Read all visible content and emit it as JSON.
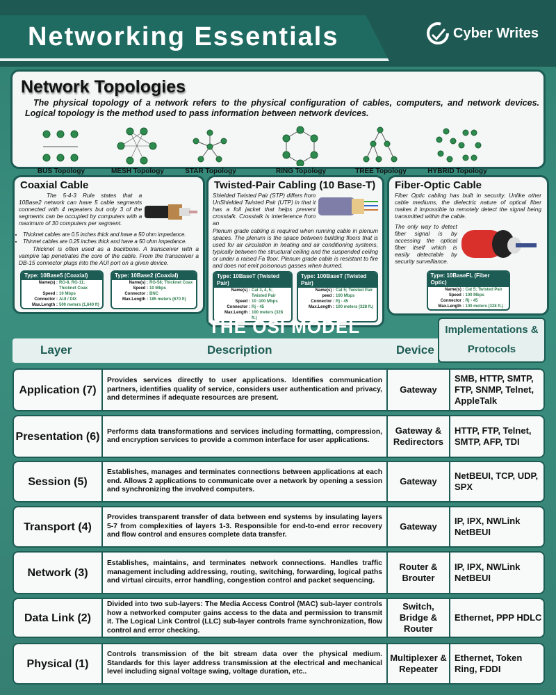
{
  "header": {
    "title": "Networking  Essentials",
    "logo_text": "Cyber Writes"
  },
  "topologies": {
    "title": "Network Topologies",
    "text": "The physical topology of a network refers to the physical configuration of cables, computers, and network devices. Logical topology is the method used to pass information between network devices.",
    "items": [
      "BUS Topology",
      "MESH Topology",
      "STAR Topology",
      "RING Topology",
      "TREE Topology",
      "HYBRID Topology"
    ]
  },
  "coax": {
    "title": "Coaxial Cable",
    "text1": "The 5-4-3 Rule states that a 10Base2 network can have 5 cable segments connected with 4 repeaters but only 3 of the segments can be occupied by computers with a maximum of 30 computers per segment.",
    "bullets": [
      "Thicknet cables are 0.5 inches thick and have a 50 ohm impedance.",
      "Thinnet cables are 0.25 inches thick and have a 50 ohm impedance."
    ],
    "text2": "Thicknet is often used as a backbone. A transceiver with a vampire tap penetrates the core of the cable. From the transceiver a DB-15 connector plugs into the AUI port on a given device."
  },
  "twisted": {
    "title": "Twisted-Pair Cabling (10 Base-T)",
    "text1": "Shielded Twisted Pair (STP) differs from UnShielded Twisted Pair (UTP) in that it has a foil jacket that helps prevent crosstalk. Crosstalk is interference from an",
    "text2": "Plenum grade cabling is required when running cable in plenum spaces. The plenum is the space between building floors that is used for air circulation in heating and air conditioning systems, typically between the structural ceiling and the suspended ceiling or under a raised Fa floor. Plenum grade cable is resistant to fire and does not emit poisonous gasses when burned."
  },
  "fiber": {
    "title": "Fiber-Optic Cable",
    "text1": "Fiber Optic cabling has built in security. Unlike other cable mediums, the dielectric nature of optical fiber makes it impossible to remotely detect the signal being transmitted within the cable.",
    "text2": "The only way to detect fiber signal is by accessing the optical fiber itself which is easily detectable by security surveillance."
  },
  "specs": [
    {
      "type": "Type: 10Base5 (Coaxial)",
      "rows": [
        [
          "Name(s) :",
          "RG-8, RG-11; Thicknet Coax"
        ],
        [
          "Speed :",
          "10 Mbps"
        ],
        [
          "Connector :",
          "AUI / DIX"
        ],
        [
          "Max.Length :",
          "500 meters (1,640 ft)"
        ]
      ]
    },
    {
      "type": "Type: 10Base2 (Coaxial)",
      "rows": [
        [
          "Name(s) :",
          "RG-58; Thicknet Coax"
        ],
        [
          "Speed :",
          "10 Mbps"
        ],
        [
          "Connector :",
          "BNC"
        ],
        [
          "Max.Length :",
          "185 meters (670 ft)"
        ]
      ]
    },
    {
      "type": "Type: 10BaseT (Twisted Pair)",
      "rows": [
        [
          "Name(s) :",
          "Cat 3, 4, 5; Twisted Pair"
        ],
        [
          "Speed :",
          "10 -100 Mbps"
        ],
        [
          "Connector :",
          "Rj - 45"
        ],
        [
          "Max.Length :",
          "100 meters (328 ft.)"
        ]
      ]
    },
    {
      "type": "Type: 100BaseT (Twisted Pair)",
      "rows": [
        [
          "Name(s) :",
          "Cat  5; Twisted Pair"
        ],
        [
          "peed :",
          "100 Mbps"
        ],
        [
          "Connector :",
          "Rj - 45"
        ],
        [
          "Max.Length :",
          "100 meters (328 ft.)"
        ]
      ]
    },
    {
      "type": "Type: 10BaseFL (Fiber Optic)",
      "rows": [
        [
          "Name(s) :",
          "Cat  5; Twisted Pair"
        ],
        [
          "Speed :",
          "100 Mbps"
        ],
        [
          "Connector :",
          "Rj - 45"
        ],
        [
          "Max.Length :",
          "100 meters (328 ft.)"
        ]
      ]
    }
  ],
  "osi": {
    "title": "THE OSI MODEL",
    "impl_header": "Implementations & Protocols",
    "headers": {
      "layer": "Layer",
      "description": "Description",
      "device": "Device"
    },
    "rows": [
      {
        "layer": "Application (7)",
        "description": "Provides services directly to user applications. Identifies communication partners, identifies quality of service, considers user authentication and privacy, and determines if adequate resources are present.",
        "device": "Gateway",
        "protocols": "SMB, HTTP, SMTP, FTP, SNMP, Telnet, AppleTalk"
      },
      {
        "layer": "Presentation (6)",
        "description": "Performs data transformations and services including formatting, compression, and encryption services to provide a common interface for user applications.",
        "device": "Gateway & Redirectors",
        "protocols": "HTTP, FTP, Telnet, SMTP, AFP, TDI"
      },
      {
        "layer": "Session (5)",
        "description": "Establishes, manages and terminates connections between applications at each end. Allows 2 applications to communicate over a network by opening a session and synchronizing the involved computers.",
        "device": "Gateway",
        "protocols": "NetBEUI, TCP, UDP, SPX"
      },
      {
        "layer": "Transport (4)",
        "description": "Provides transparent transfer of data between end systems by insulating layers 5-7 from complexities of layers 1-3. Responsible for end-to-end error recovery and flow control and ensures complete data transfer.",
        "device": "Gateway",
        "protocols": "IP, IPX, NWLink NetBEUI"
      },
      {
        "layer": "Network (3)",
        "description": "Establishes, maintains, and terminates network connections. Handles traffic management including addressing, routing, switching, forwarding, logical paths and virtual circuits, error handling, congestion control and packet sequencing.",
        "device": "Router & Brouter",
        "protocols": "IP, IPX, NWLink NetBEUI"
      },
      {
        "layer": "Data Link (2)",
        "description": "Divided into two sub-layers: The Media Access Control (MAC) sub-layer controls how a networked computer gains access to the data and permission to transmit it. The Logical Link Control (LLC) sub-layer controls frame synchronization, flow control and error checking.",
        "device": "Switch, Bridge & Router",
        "protocols": "Ethernet, PPP HDLC"
      },
      {
        "layer": "Physical (1)",
        "description": "Controls transmission of the bit stream data over the physical medium. Standards for this layer address transmission at the electrical and mechanical level including signal voltage swing, voltage duration, etc..",
        "device": "Multiplexer & Repeater",
        "protocols": "Ethernet, Token Ring, FDDI"
      }
    ]
  }
}
